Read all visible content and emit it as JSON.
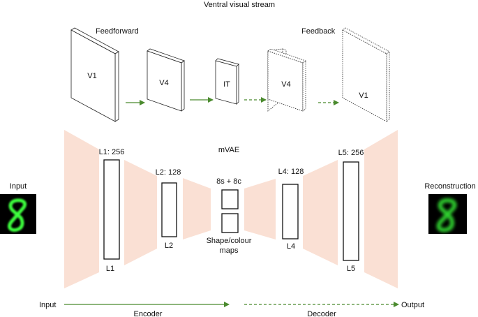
{
  "diagram": {
    "title": "Ventral visual stream",
    "feedforward_label": "Feedforward",
    "feedback_label": "Feedback",
    "stream_areas": [
      "V1",
      "V4",
      "IT",
      "V4",
      "V1"
    ],
    "model_name": "mVAE",
    "layers": {
      "l1_top": "L1: 256",
      "l1_bottom": "L1",
      "l2_top": "L2: 128",
      "l2_bottom": "L2",
      "latent_top": "8s + 8c",
      "latent_bottom_line1": "Shape/colour",
      "latent_bottom_line2": "maps",
      "l4_top": "L4: 128",
      "l4_bottom": "L4",
      "l5_top": "L5: 256",
      "l5_bottom": "L5"
    },
    "input_label": "Input",
    "reconstruction_label": "Reconstruction",
    "bottom": {
      "input": "Input",
      "encoder": "Encoder",
      "decoder": "Decoder",
      "output": "Output"
    },
    "colors": {
      "funnel": "#fae0d4",
      "arrow": "#4a8a2e",
      "digit_bg": "#000000",
      "digit_green": "#3cff3c"
    }
  }
}
